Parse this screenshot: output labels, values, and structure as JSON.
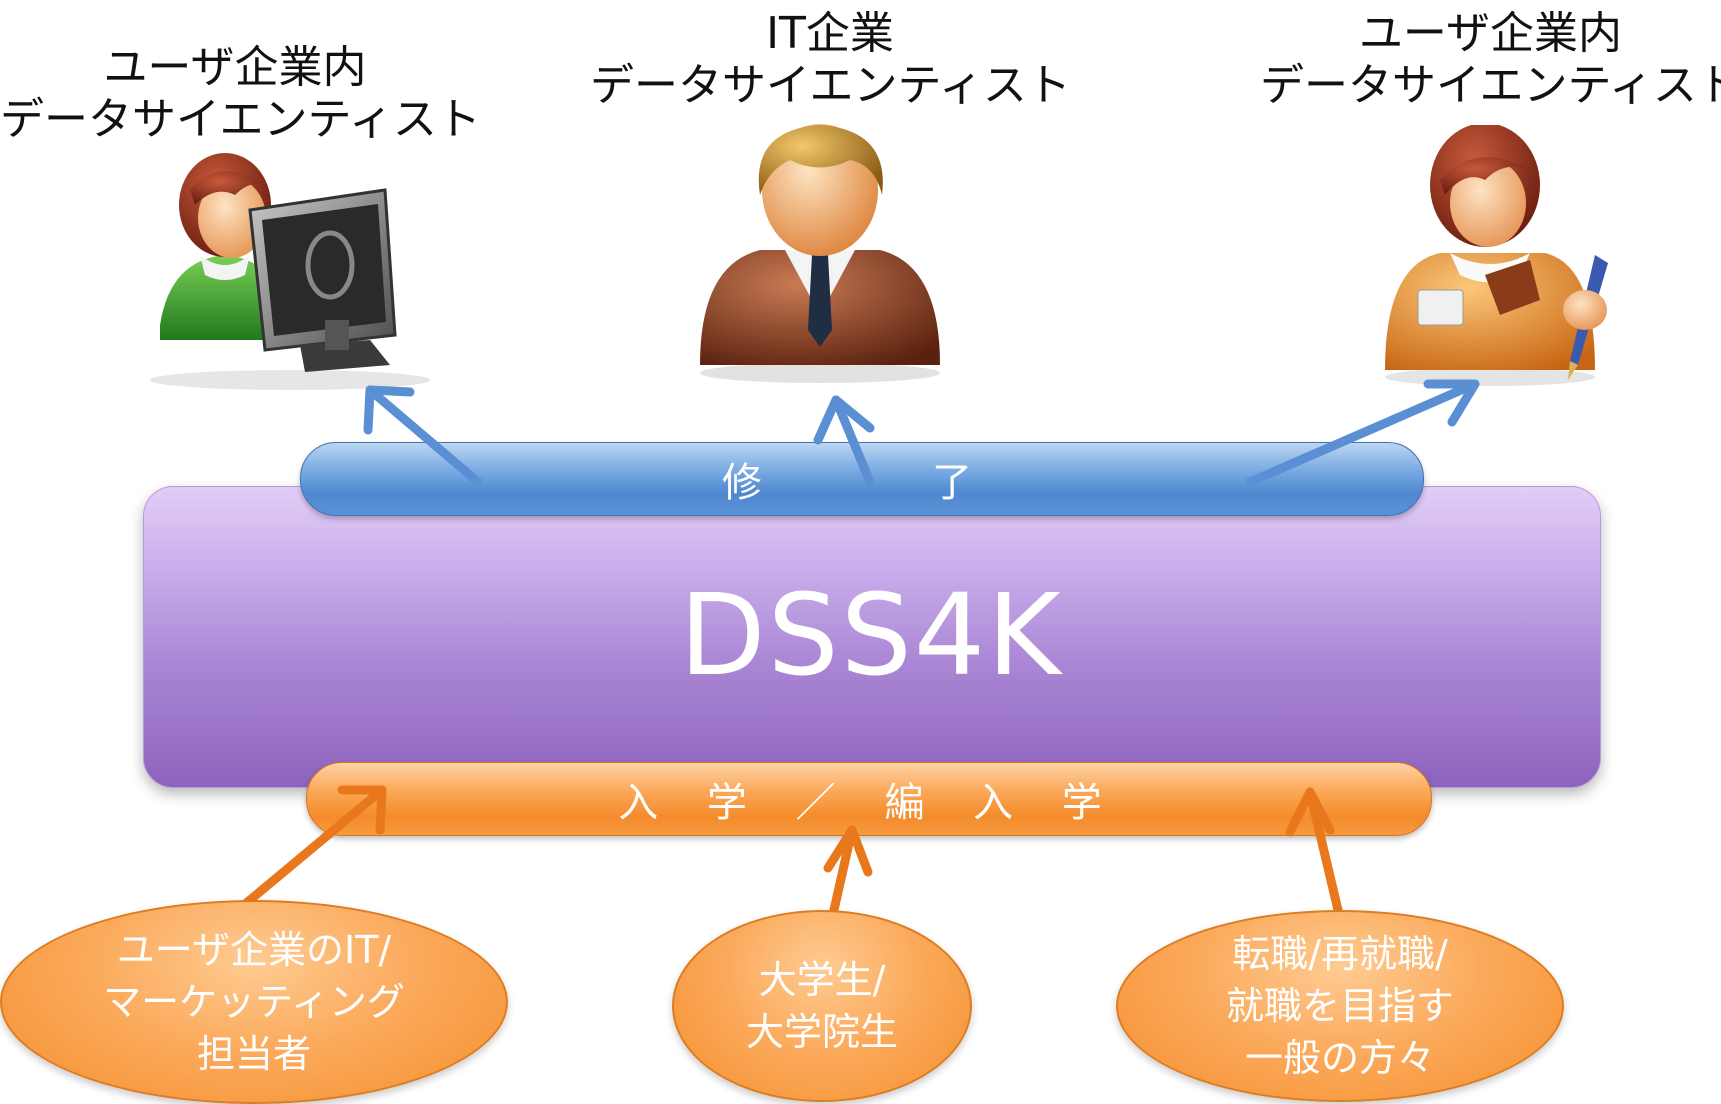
{
  "roles": {
    "left": {
      "line1": "ユーザ企業内",
      "line2": "データサイエンティスト"
    },
    "center": {
      "line1": "IT企業",
      "line2": "データサイエンティスト"
    },
    "right": {
      "line1": "ユーザ企業内",
      "line2": "データサイエンティスト"
    }
  },
  "program": {
    "name": "DSS4K",
    "exit_label": "修　　了",
    "entry_label": "入 学 ／ 編 入 学"
  },
  "sources": [
    {
      "lines": [
        "ユーザ企業のIT/",
        "マーケッティング",
        "担当者"
      ]
    },
    {
      "lines": [
        "大学生/",
        "大学院生"
      ]
    },
    {
      "lines": [
        "転職/再就職/",
        "就職を目指す",
        "一般の方々"
      ]
    }
  ],
  "colors": {
    "exit_band": "#5b92d6",
    "entry_band": "#f48b2b",
    "program_box": "#a985d3",
    "exit_arrow": "#5a8fd3",
    "entry_arrow": "#e9771b"
  },
  "icons": {
    "left": "person-at-computer-icon",
    "center": "businessman-icon",
    "right": "person-with-pen-icon"
  }
}
